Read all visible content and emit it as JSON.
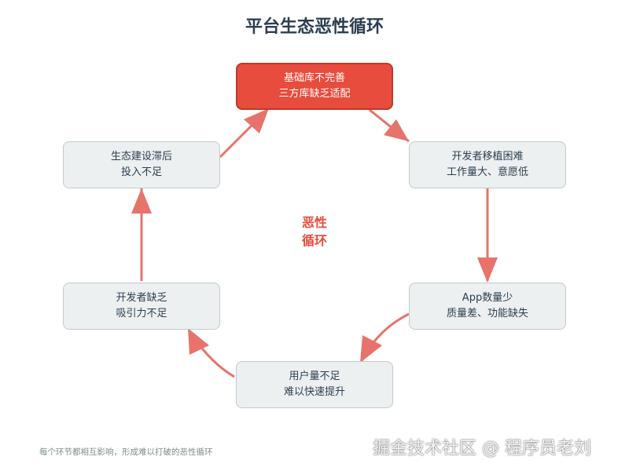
{
  "title": "平台生态恶性循环",
  "center_label": [
    "恶性",
    "循环"
  ],
  "nodes": [
    {
      "line1": "基础库不完善",
      "line2": "三方库缺乏适配"
    },
    {
      "line1": "开发者移植困难",
      "line2": "工作量大、意愿低"
    },
    {
      "line1": "App数量少",
      "line2": "质量差、功能缺失"
    },
    {
      "line1": "用户量不足",
      "line2": "难以快速提升"
    },
    {
      "line1": "开发者缺乏",
      "line2": "吸引力不足"
    },
    {
      "line1": "生态建设滞后",
      "line2": "投入不足"
    }
  ],
  "footnote": "每个环节都相互影响，形成难以打破的恶性循环",
  "watermark": "掘金技术社区 @ 程序员老刘",
  "colors": {
    "accent": "#e74c3c",
    "arrow": "#e8736a",
    "node_bg": "#ecf0f1",
    "title": "#2c3e50"
  }
}
